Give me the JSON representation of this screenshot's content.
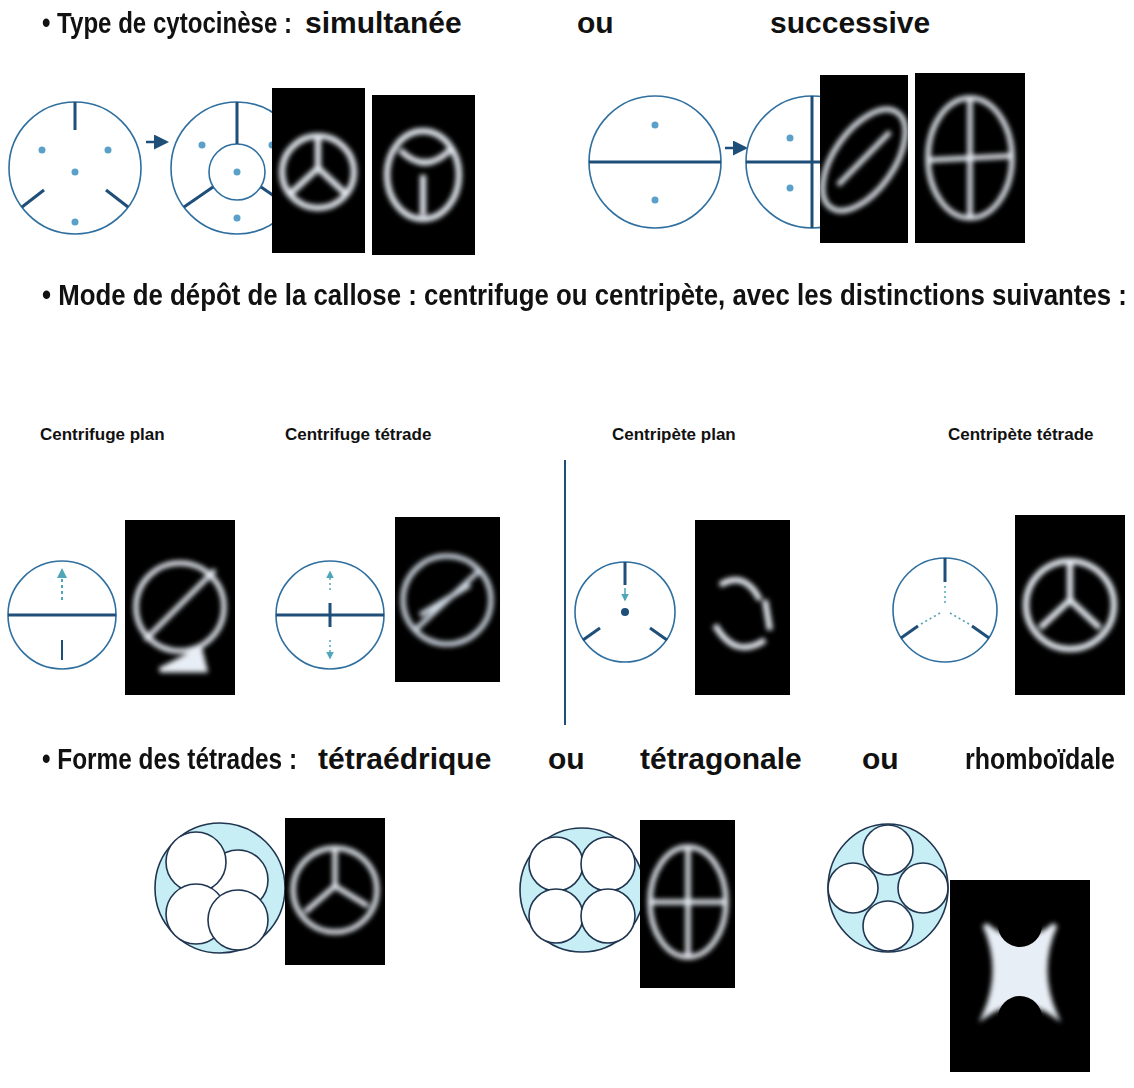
{
  "diagram": {
    "labels": [
      "• Type de cytocinèse :",
      "simultanée",
      "ou",
      "successive",
      "• Mode de dépôt de la callose : centrifuge ou centripète, avec les distinctions suivantes :",
      "Centrifuge plan",
      "Centrifuge tétrade",
      "Centripète plan",
      "Centripète tétrade",
      "• Forme des tétrades :",
      "tétraédrique",
      "ou",
      "tétragonale",
      "ou",
      "rhomboïdale"
    ]
  }
}
